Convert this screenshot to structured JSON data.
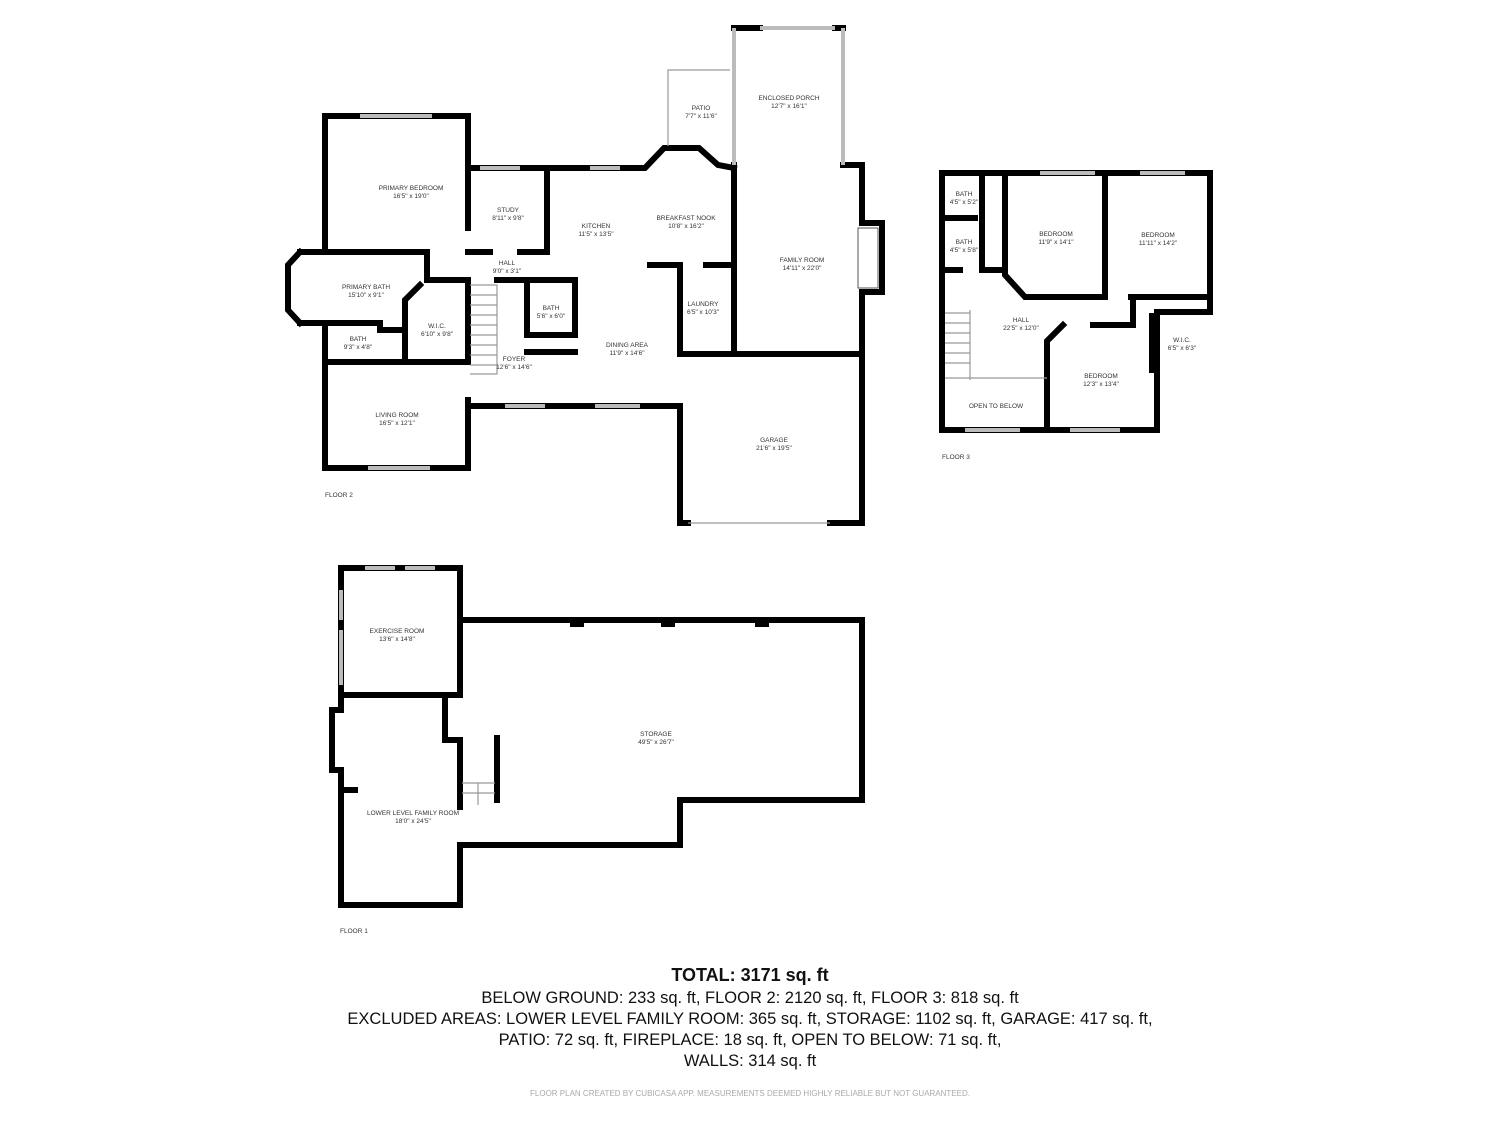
{
  "floors": [
    {
      "label": "FLOOR 2",
      "rooms": [
        {
          "name": "PRIMARY BEDROOM",
          "dims": "16'5\" x 19'0\""
        },
        {
          "name": "STUDY",
          "dims": "8'11\" x 9'8\""
        },
        {
          "name": "KITCHEN",
          "dims": "11'5\" x 13'5\""
        },
        {
          "name": "BREAKFAST NOOK",
          "dims": "10'8\" x 16'2\""
        },
        {
          "name": "PATIO",
          "dims": "7'7\" x 11'6\""
        },
        {
          "name": "ENCLOSED PORCH",
          "dims": "12'7\" x 16'1\""
        },
        {
          "name": "FAMILY ROOM",
          "dims": "14'11\" x 22'0\""
        },
        {
          "name": "HALL",
          "dims": "9'0\" x 3'1\""
        },
        {
          "name": "PRIMARY BATH",
          "dims": "15'10\" x 9'1\""
        },
        {
          "name": "W.I.C.",
          "dims": "6'10\" x 9'8\""
        },
        {
          "name": "BATH",
          "dims": "5'6\" x 6'0\""
        },
        {
          "name": "BATH",
          "dims": "9'3\" x 4'8\""
        },
        {
          "name": "FOYER",
          "dims": "12'6\" x 14'6\""
        },
        {
          "name": "DINING AREA",
          "dims": "11'9\" x 14'6\""
        },
        {
          "name": "LAUNDRY",
          "dims": "6'5\" x 10'3\""
        },
        {
          "name": "LIVING ROOM",
          "dims": "16'5\" x 12'1\""
        },
        {
          "name": "GARAGE",
          "dims": "21'6\" x 19'5\""
        }
      ]
    },
    {
      "label": "FLOOR 3",
      "rooms": [
        {
          "name": "BATH",
          "dims": "4'5\" x 5'2\""
        },
        {
          "name": "BATH",
          "dims": "4'5\" x 5'8\""
        },
        {
          "name": "BEDROOM",
          "dims": "11'9\" x 14'1\""
        },
        {
          "name": "BEDROOM",
          "dims": "11'11\" x 14'2\""
        },
        {
          "name": "HALL",
          "dims": "22'5\" x 12'0\""
        },
        {
          "name": "W.I.C.",
          "dims": "6'5\" x 6'3\""
        },
        {
          "name": "BEDROOM",
          "dims": "12'3\" x 13'4\""
        },
        {
          "name": "OPEN TO BELOW",
          "dims": ""
        }
      ]
    },
    {
      "label": "FLOOR 1",
      "rooms": [
        {
          "name": "EXERCISE ROOM",
          "dims": "13'6\" x 14'8\""
        },
        {
          "name": "STORAGE",
          "dims": "49'5\" x 26'7\""
        },
        {
          "name": "LOWER LEVEL FAMILY ROOM",
          "dims": "18'0\" x 24'5\""
        }
      ]
    }
  ],
  "summary": {
    "total": "TOTAL: 3171 sq. ft",
    "lines": [
      "BELOW GROUND: 233 sq. ft, FLOOR 2: 2120 sq. ft, FLOOR 3: 818 sq. ft",
      "EXCLUDED AREAS: LOWER LEVEL FAMILY ROOM: 365 sq. ft, STORAGE: 1102 sq. ft, GARAGE: 417 sq. ft,",
      "PATIO: 72 sq. ft, FIREPLACE: 18 sq. ft, OPEN TO BELOW: 71 sq. ft,",
      "WALLS: 314 sq. ft"
    ],
    "credit": "FLOOR PLAN CREATED BY CUBICASA APP. MEASUREMENTS DEEMED HIGHLY RELIABLE BUT NOT GUARANTEED."
  }
}
